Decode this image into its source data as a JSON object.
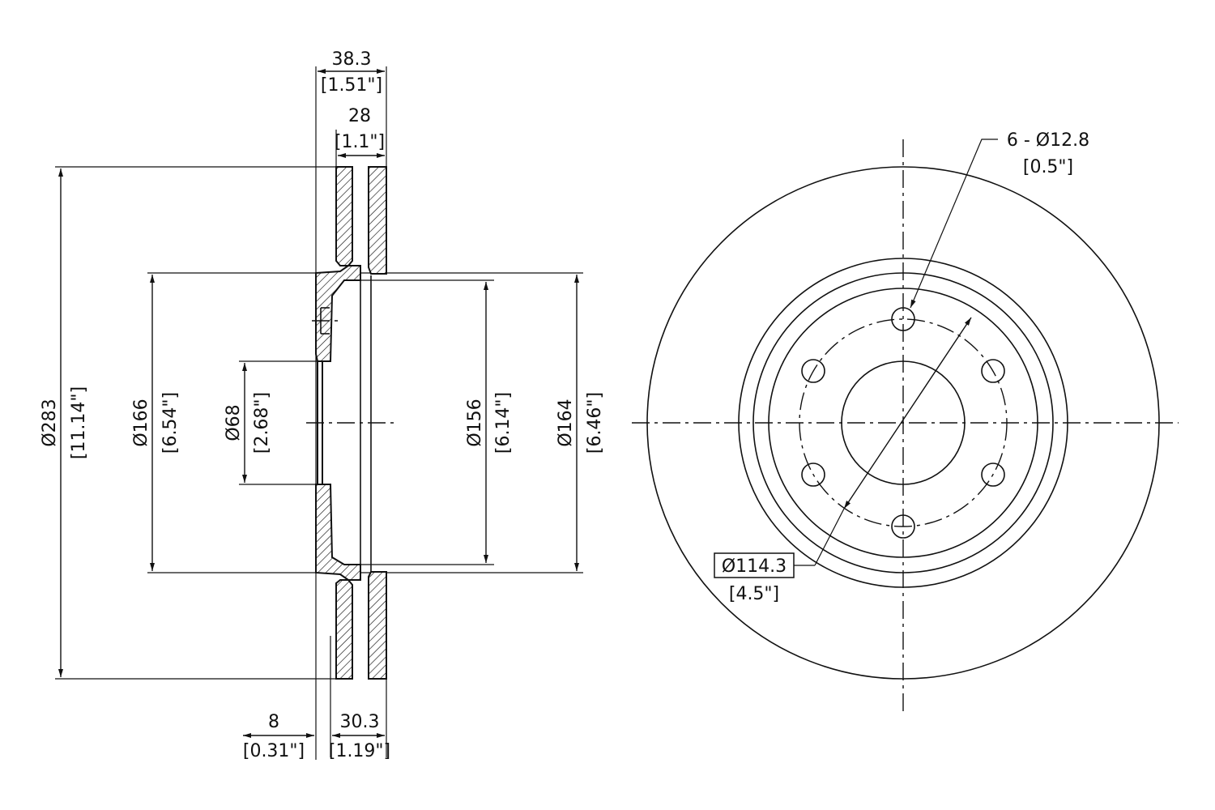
{
  "side_view": {
    "overall_width": {
      "mm": "38.3",
      "in": "[1.51\"]"
    },
    "disc_width": {
      "mm": "28",
      "in": "[1.1\"]"
    },
    "outer_diameter": {
      "mm": "Ø283",
      "in": "[11.14\"]"
    },
    "hat_diameter": {
      "mm": "Ø166",
      "in": "[6.54\"]"
    },
    "center_bore": {
      "mm": "Ø68",
      "in": "[2.68\"]"
    },
    "inner_diameter": {
      "mm": "Ø156",
      "in": "[6.14\"]"
    },
    "hat_outer_diameter": {
      "mm": "Ø164",
      "in": "[6.46\"]"
    },
    "hat_thickness": {
      "mm": "8",
      "in": "[0.31\"]"
    },
    "hat_height": {
      "mm": "30.3",
      "in": "[1.19\"]"
    }
  },
  "front_view": {
    "bolt_holes": {
      "mm": "6 - Ø12.8",
      "in": "[0.5\"]"
    },
    "bolt_circle": {
      "mm": "Ø114.3",
      "in": "[4.5\"]"
    }
  }
}
